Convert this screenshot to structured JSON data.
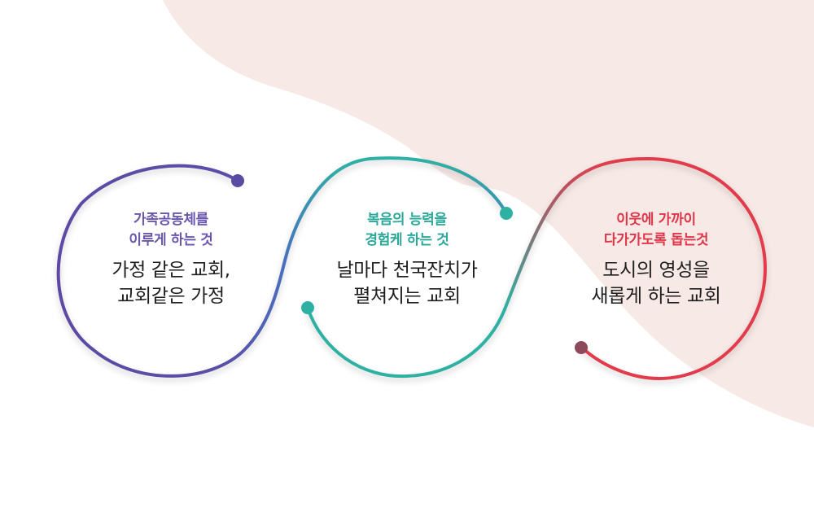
{
  "colors": {
    "background_blob": "#f7e9e6",
    "purple": "#5b4aa3",
    "blue": "#4a6fbe",
    "teal": "#2eb1a3",
    "red": "#e23a4c",
    "mauve": "#8e4a5a",
    "sub_purple": "#6a57ad",
    "sub_teal": "#2aa899",
    "sub_red": "#e0364a",
    "main_text": "#1e1e1e"
  },
  "items": [
    {
      "sub_line1": "가족공동체를",
      "sub_line2": "이루게 하는 것",
      "main_line1": "가정 같은 교회,",
      "main_line2": "교회같은 가정"
    },
    {
      "sub_line1": "복음의 능력을",
      "sub_line2": "경험케 하는 것",
      "main_line1": "날마다 천국잔치가",
      "main_line2": "펼쳐지는 교회"
    },
    {
      "sub_line1": "이웃에 가까이",
      "sub_line2": "다가가도록 돕는것",
      "main_line1": "도시의 영성을",
      "main_line2": "새롭게 하는 교회"
    }
  ]
}
